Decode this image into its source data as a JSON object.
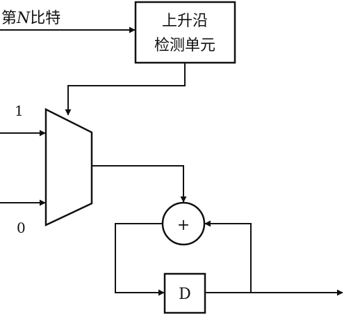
{
  "input_label": {
    "prefix": "第",
    "variable": "N",
    "suffix": "比特"
  },
  "edge_detector": {
    "line1": "上升沿",
    "line2": "检测单元"
  },
  "mux": {
    "input_top": "1",
    "input_bottom": "0"
  },
  "adder": {
    "symbol": "+"
  },
  "delay": {
    "label": "D"
  },
  "colors": {
    "stroke": "#111111",
    "background": "#ffffff"
  }
}
